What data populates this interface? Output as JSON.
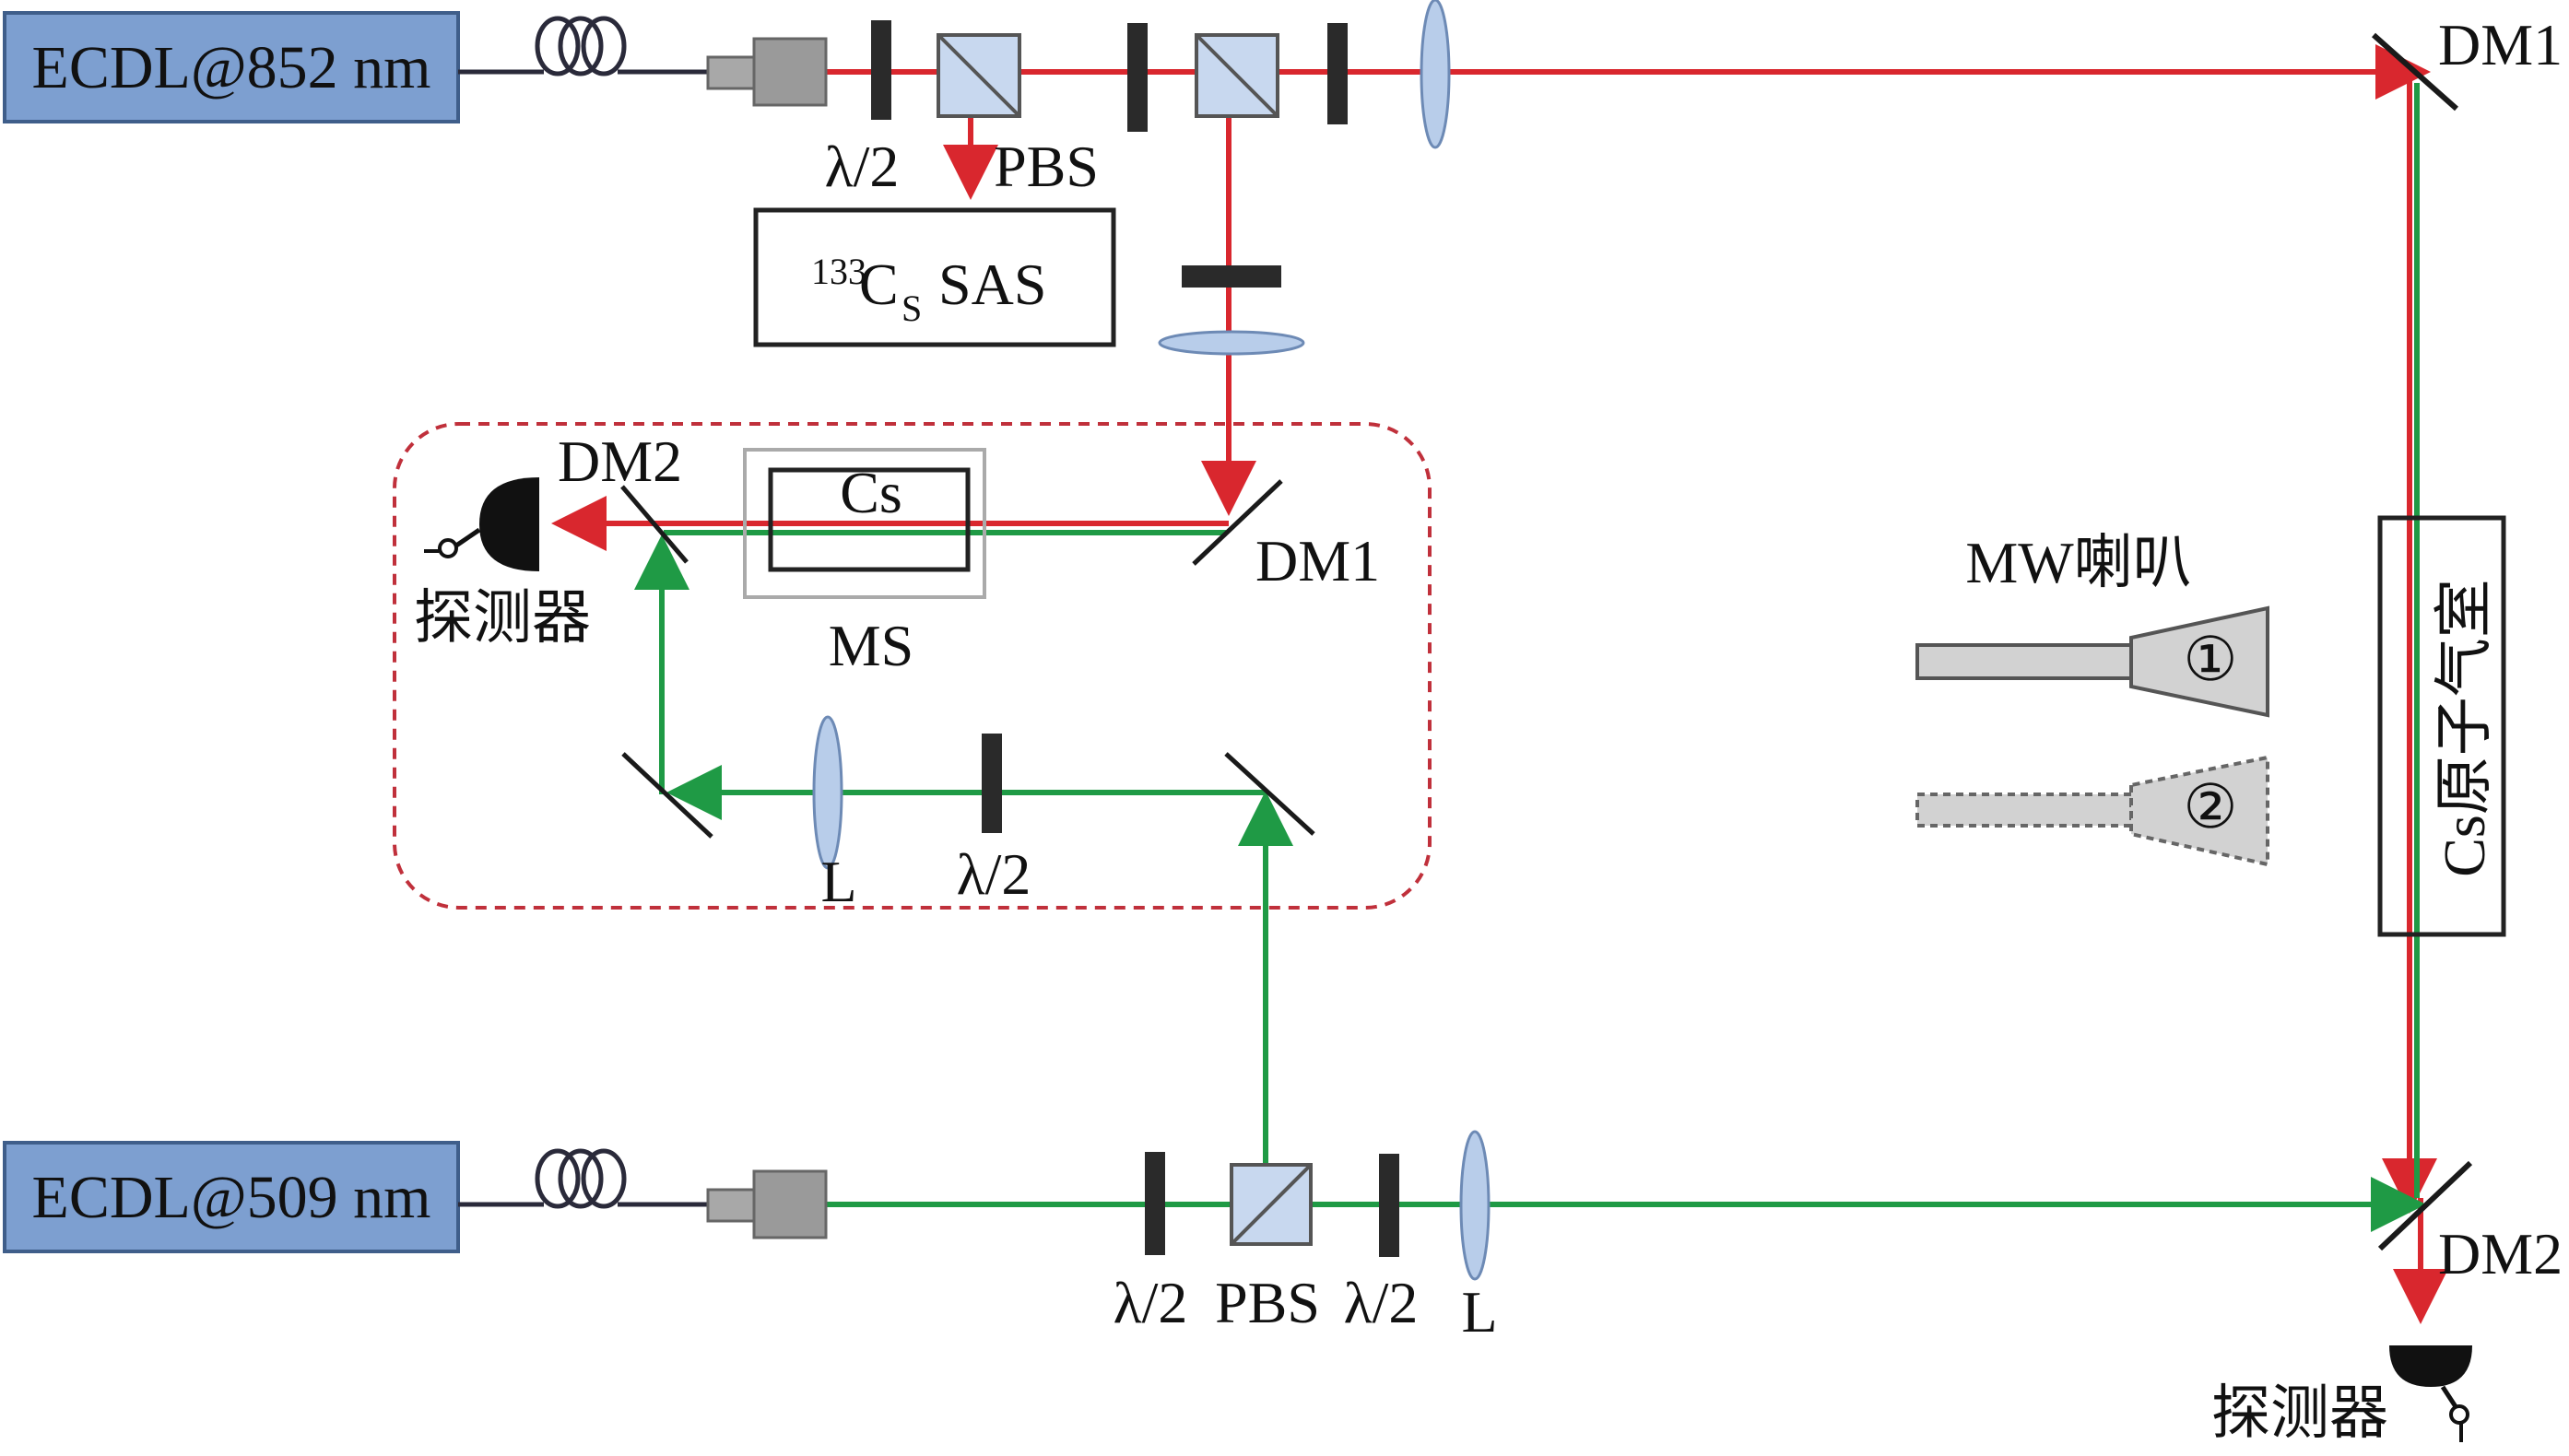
{
  "lasers": {
    "red": "ECDL@852 nm",
    "green": "ECDL@509 nm"
  },
  "labels": {
    "half_wave_top": "λ/2",
    "pbs_top": "PBS",
    "sas_mass": "133",
    "sas_elem": "C",
    "sas_sub": "S",
    "sas_text": "SAS",
    "dm1_right": "DM1",
    "dm2_left": "DM2",
    "cs_cell": "Cs",
    "dm1_inner": "DM1",
    "detector_left": "探测器",
    "ms": "MS",
    "lens_inner": "L",
    "half_wave_inner": "λ/2",
    "mw_horn": "MW喇叭",
    "horn_1": "①",
    "horn_2": "②",
    "cs_vapor_cell": "Cs原子气室",
    "half_wave_bottom_1": "λ/2",
    "pbs_bottom": "PBS",
    "half_wave_bottom_2": "λ/2",
    "lens_bottom": "L",
    "dm2_right": "DM2",
    "detector_right": "探测器"
  },
  "colors": {
    "red_beam": "#d9272e",
    "green_beam": "#1f9a45",
    "laser_box": "#7d9fd0",
    "dashed_box": "#c0303b"
  }
}
